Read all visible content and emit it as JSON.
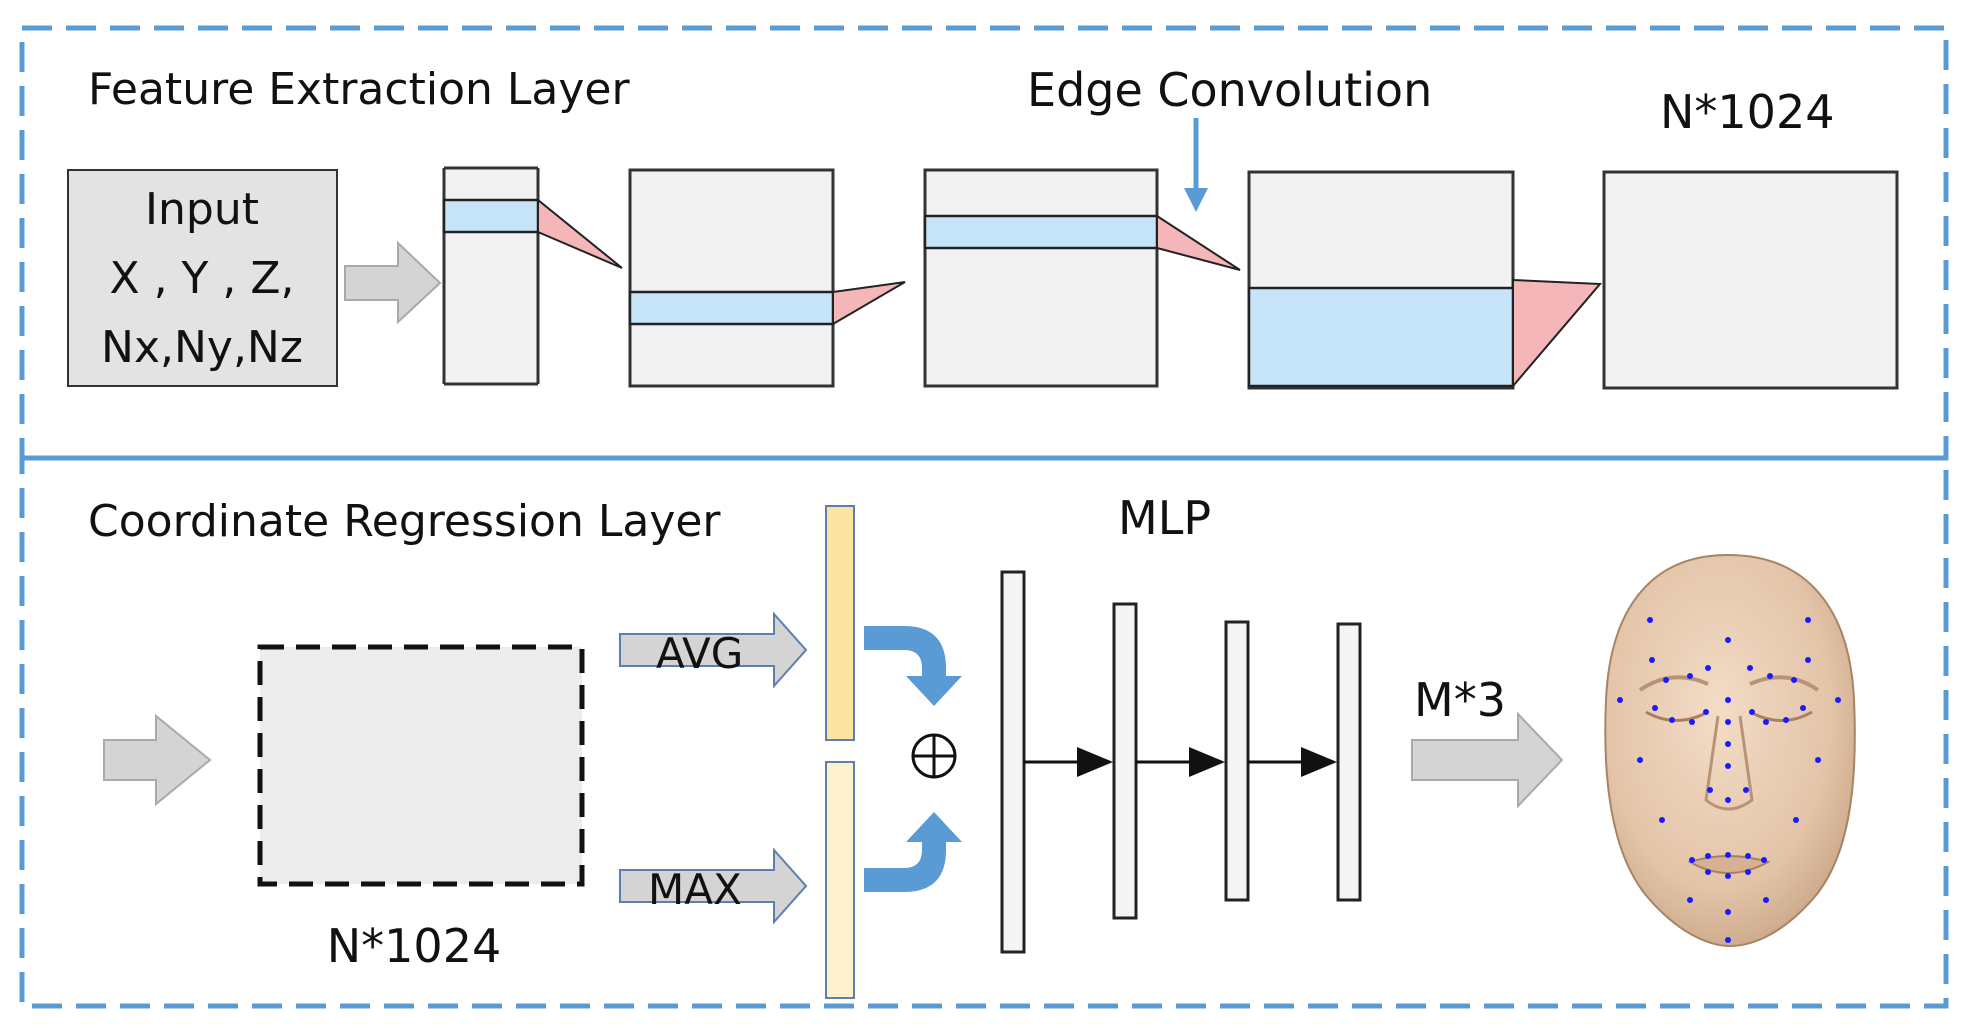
{
  "feature_section": {
    "title": "Feature Extraction Layer",
    "input_lines": [
      "Input",
      "X , Y , Z,",
      "Nx,Ny,Nz"
    ],
    "edge_conv_label": "Edge Convolution",
    "output_dim_label": "N*1024"
  },
  "regression_section": {
    "title": "Coordinate Regression Layer",
    "feature_map_label": "N*1024",
    "avg_label": "AVG",
    "max_label": "MAX",
    "mlp_label": "MLP",
    "output_label": "M*3"
  },
  "colors": {
    "dashed_border": "#5b9bd5",
    "blue_strip": "#c7e5f8",
    "pink_wedge": "#f4b6b8",
    "avg_bar": "#fbe3a0",
    "max_bar": "#fdf0cc",
    "gray_arrow": "#d4d4d4",
    "curved_arrow": "#5b9bd5",
    "face_skin": "#e8cdb4",
    "landmark": "#1a1aff"
  },
  "icons": {
    "concat": "circle-plus-icon",
    "face": "3d-face-mesh-icon"
  }
}
